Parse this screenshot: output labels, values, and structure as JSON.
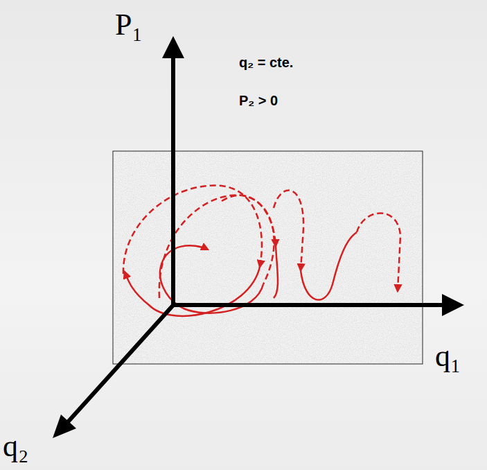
{
  "diagram": {
    "labels": [
      "P₁",
      "q₂ = cte.",
      "P₂ > 0",
      "q₁",
      "q₂"
    ]
  }
}
